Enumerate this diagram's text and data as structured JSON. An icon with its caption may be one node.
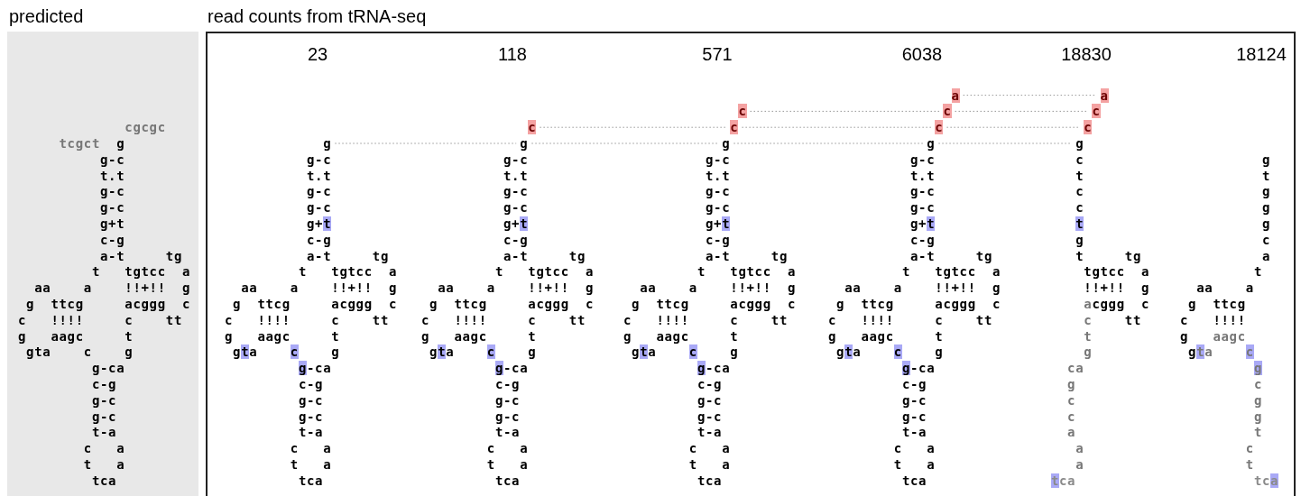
{
  "diagram": {
    "nodes": [
      {
        "text": [
          "predicted",
          "cgcgc",
          "tcgct",
          "g",
          "g-c",
          "t.t",
          "g-c",
          "g-c",
          "g+t",
          "c-g",
          "a-t",
          "tg",
          "t",
          "tgtcc",
          "a",
          "aa",
          "a",
          "!!+!!",
          "g",
          "g",
          "ttcg",
          "acggg",
          "c",
          "c",
          "!!!!",
          "c",
          "tt",
          "g",
          "aagc",
          "t",
          "gta",
          "c",
          "g",
          "g-ca",
          "c-g",
          "g-c",
          "g-c",
          "t-a",
          "c",
          "a",
          "t",
          "a",
          "tca"
        ]
      },
      {
        "text": [
          "read counts from tRNA-seq",
          "23",
          "g",
          "g-c",
          "t.t",
          "g-c",
          "g-c",
          "g+t",
          "c-g",
          "a-t",
          "tg",
          "t",
          "tgtcc",
          "a",
          "aa",
          "a",
          "!!+!!",
          "g",
          "g",
          "ttcg",
          "acggg",
          "c",
          "c",
          "!!!!",
          "c",
          "tt",
          "g",
          "aagc",
          "t",
          "gta",
          "c",
          "g",
          "g-ca",
          "c-g",
          "g-c",
          "g-c",
          "t-a",
          "c",
          "a",
          "t",
          "a",
          "tca",
          "118",
          "c",
          "g",
          "g-c",
          "t.t",
          "g-c",
          "g-c",
          "g+t",
          "c-g",
          "a-t",
          "tg",
          "t",
          "tgtcc",
          "a",
          "aa",
          "a",
          "!!+!!",
          "g",
          "g",
          "ttcg",
          "acggg",
          "c",
          "c",
          "!!!!",
          "c",
          "tt",
          "g",
          "aagc",
          "t",
          "gta",
          "c",
          "g",
          "g-ca",
          "c-g",
          "g-c",
          "g-c",
          "t-a",
          "c",
          "a",
          "t",
          "a",
          "tca",
          "571",
          "c",
          "c",
          "g",
          "g-c",
          "t.t",
          "g-c",
          "g-c",
          "g+t",
          "c-g",
          "a-t",
          "tg",
          "t",
          "tgtcc",
          "a",
          "aa",
          "a",
          "!!+!!",
          "g",
          "g",
          "ttcg",
          "acggg",
          "c",
          "c",
          "!!!!",
          "c",
          "tt",
          "g",
          "aagc",
          "t",
          "gta",
          "c",
          "g",
          "g-ca",
          "c-g",
          "g-c",
          "g-c",
          "t-a",
          "c",
          "a",
          "t",
          "a",
          "tca",
          "6038",
          "a",
          "c",
          "c",
          "g",
          "g-c",
          "t.t",
          "g-c",
          "g-c",
          "g+t",
          "c-g",
          "a-t",
          "tg",
          "t",
          "tgtcc",
          "a",
          "aa",
          "a",
          "!!+!!",
          "g",
          "g",
          "ttcg",
          "acggg",
          "c",
          "c",
          "!!!!",
          "c",
          "tt",
          "g",
          "aagc",
          "t",
          "gta",
          "c",
          "g",
          "g-ca",
          "c-g",
          "g-c",
          "g-c",
          "t-a",
          "c",
          "a",
          "t",
          "a",
          "tca",
          "18830",
          "a",
          "c",
          "c",
          "g",
          "c",
          "t",
          "c",
          "c",
          "t",
          "g",
          "t",
          "tg",
          "tgtcc",
          "a",
          "!!+!!",
          "g",
          "a",
          "cggg",
          "c",
          "c",
          "tt",
          "t",
          "g",
          "ca",
          "g",
          "c",
          "c",
          "a",
          "a",
          "a",
          "tca",
          "18124",
          "g",
          "t",
          "g",
          "g",
          "g",
          "c",
          "a",
          "t",
          "aa",
          "a",
          "g",
          "ttcg",
          "c",
          "!!!!",
          "g",
          "aagc",
          "g",
          "ta",
          "c",
          "g",
          "c",
          "g",
          "g",
          "t",
          "c",
          "t",
          "tca"
        ]
      }
    ]
  }
}
